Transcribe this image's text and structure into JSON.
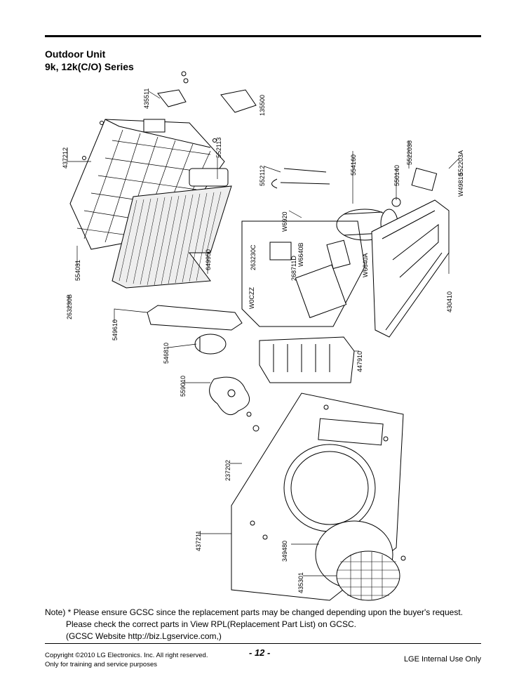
{
  "header": {
    "title_line1": "Outdoor Unit",
    "title_line2": "9k, 12k(C/O) Series"
  },
  "parts": [
    "435511",
    "135500",
    "552113",
    "437212",
    "552112",
    "554160",
    "550140",
    "5522038",
    "552203A",
    "W49810",
    "W6920",
    "649950",
    "263230C",
    "268711D",
    "W6640B",
    "W6640A",
    "W0CZZ",
    "554031",
    "263230B",
    "549610",
    "546810",
    "447910",
    "430410",
    "559010",
    "237202",
    "437211",
    "349480",
    "435301"
  ],
  "note": {
    "line1": "Note) * Please ensure GCSC since the replacement parts may be changed depending upon the buyer's request.",
    "line2": "Please check  the correct parts in View RPL(Replacement Part List) on GCSC.",
    "line3": "(GCSC Website  http://biz.Lgservice.com,)"
  },
  "footer": {
    "copyright": "Copyright ©2010 LG Electronics. Inc. All right reserved.",
    "training": "Only for training and service purposes",
    "page": "- 12 -",
    "internal": "LGE Internal Use Only"
  }
}
